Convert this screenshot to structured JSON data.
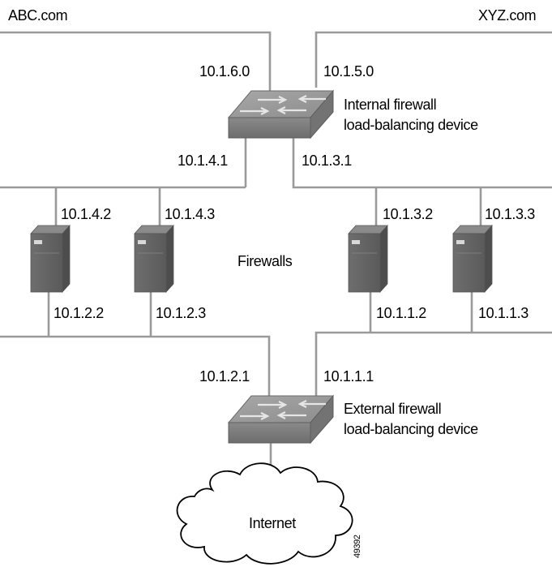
{
  "sites": {
    "left": "ABC.com",
    "right": "XYZ.com"
  },
  "internal_device": {
    "label_line1": "Internal firewall",
    "label_line2": "load-balancing device",
    "addr_top_left": "10.1.6.0",
    "addr_top_right": "10.1.5.0",
    "addr_bottom_left": "10.1.4.1",
    "addr_bottom_right": "10.1.3.1"
  },
  "firewalls_label": "Firewalls",
  "firewalls": [
    {
      "top_addr": "10.1.4.2",
      "bottom_addr": "10.1.2.2"
    },
    {
      "top_addr": "10.1.4.3",
      "bottom_addr": "10.1.2.3"
    },
    {
      "top_addr": "10.1.3.2",
      "bottom_addr": "10.1.1.2"
    },
    {
      "top_addr": "10.1.3.3",
      "bottom_addr": "10.1.1.3"
    }
  ],
  "external_device": {
    "label_line1": "External firewall",
    "label_line2": "load-balancing device",
    "addr_top_left": "10.1.2.1",
    "addr_top_right": "10.1.1.1"
  },
  "internet_label": "Internet",
  "figure_id": "49392"
}
